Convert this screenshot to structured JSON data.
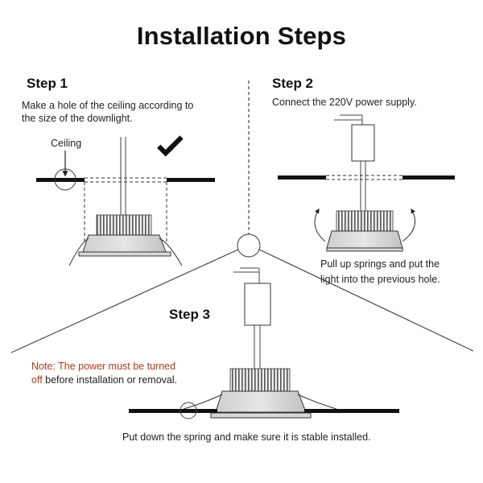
{
  "title": "Installation Steps",
  "step1": {
    "heading": "Step 1",
    "line1": "Make a hole of the ceiling according to",
    "line2": "the size of the downlight.",
    "callout": "Ceiling"
  },
  "step2": {
    "heading": "Step 2",
    "text": "Connect the 220V power supply.",
    "line1": "Pull up springs and put the",
    "line2": "light into the previous hole."
  },
  "step3": {
    "heading": "Step 3",
    "text": "Put down the spring and make sure it is stable installed."
  },
  "note": {
    "label": "Note:",
    "line1_rest": " The power must be turned",
    "line2_red": "off",
    "line2_rest": " before installation or removal."
  },
  "colors": {
    "note_accent": "#b03a1e",
    "ceiling": "#111111",
    "lamp_fill": "#d4d4d4"
  }
}
